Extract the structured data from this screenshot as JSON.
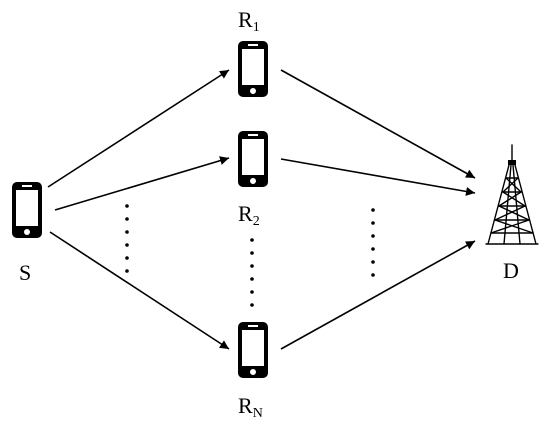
{
  "nodes": {
    "source": {
      "label": "S",
      "icon": "phone-icon"
    },
    "relay1": {
      "label": "R",
      "sub": "1",
      "icon": "phone-icon"
    },
    "relay2": {
      "label": "R",
      "sub": "2",
      "icon": "phone-icon"
    },
    "relayN": {
      "label": "R",
      "sub": "N",
      "icon": "phone-icon"
    },
    "destination": {
      "label": "D",
      "icon": "cell-tower-icon"
    }
  },
  "colors": {
    "ink": "#000000",
    "background": "#ffffff"
  }
}
